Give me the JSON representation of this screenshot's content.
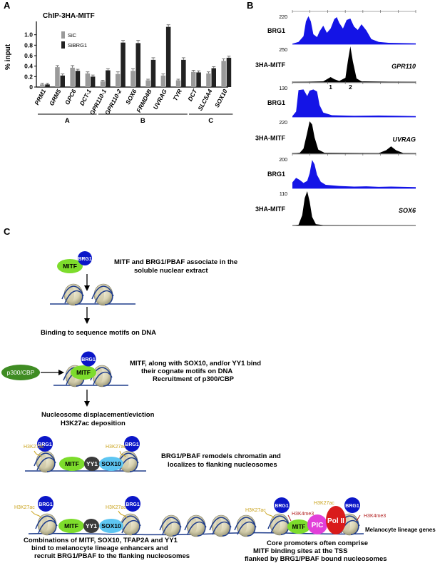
{
  "panels": {
    "a": "A",
    "b": "B",
    "c": "C"
  },
  "chart_data": {
    "type": "bar",
    "title": "ChIP-3HA-MITF",
    "ylabel": "% input",
    "ylim": [
      0,
      1.2
    ],
    "yticks": [
      "0",
      "0.2",
      "0.4",
      "0.6",
      "0.8",
      "1.0"
    ],
    "ytick_values": [
      0,
      0.2,
      0.4,
      0.6,
      0.8,
      1.0
    ],
    "categories": [
      "PRM1",
      "GRM5",
      "GPC6",
      "DCT-1",
      "GPR110-1",
      "GPR110-2",
      "SOX6",
      "FRMD4B",
      "UVRAG",
      "TYR",
      "DCT",
      "SLC5A4",
      "SOX10"
    ],
    "series": [
      {
        "name": "SiC",
        "color": "#9a9a9a",
        "values": [
          0.05,
          0.38,
          0.37,
          0.26,
          0.11,
          0.25,
          0.31,
          0.13,
          0.22,
          0.13,
          0.29,
          0.26,
          0.5
        ]
      },
      {
        "name": "SiBRG1",
        "color": "#222222",
        "values": [
          0.05,
          0.22,
          0.31,
          0.2,
          0.32,
          0.85,
          0.84,
          0.52,
          1.15,
          0.52,
          0.28,
          0.36,
          0.56
        ]
      }
    ],
    "error": [
      [
        0.02,
        0.03,
        0.04,
        0.03,
        0.02,
        0.04,
        0.04,
        0.02,
        0.03,
        0.02,
        0.03,
        0.03,
        0.04
      ],
      [
        0.02,
        0.03,
        0.03,
        0.03,
        0.03,
        0.04,
        0.05,
        0.04,
        0.04,
        0.04,
        0.03,
        0.03,
        0.03
      ]
    ],
    "groups": [
      {
        "label": "A",
        "from": 0,
        "to": 3
      },
      {
        "label": "B",
        "from": 4,
        "to": 9
      },
      {
        "label": "C",
        "from": 10,
        "to": 12
      }
    ],
    "legend_position": "upper-left"
  },
  "tracks": [
    {
      "label": "BRG1",
      "scale_top": "220",
      "scale_bottom": "250",
      "gene": "",
      "kind": "brg1",
      "profile": [
        [
          0,
          2
        ],
        [
          0.05,
          8
        ],
        [
          0.09,
          28
        ],
        [
          0.11,
          80
        ],
        [
          0.13,
          98
        ],
        [
          0.15,
          80
        ],
        [
          0.17,
          35
        ],
        [
          0.2,
          25
        ],
        [
          0.22,
          45
        ],
        [
          0.25,
          65
        ],
        [
          0.28,
          40
        ],
        [
          0.31,
          55
        ],
        [
          0.34,
          88
        ],
        [
          0.36,
          95
        ],
        [
          0.38,
          75
        ],
        [
          0.41,
          55
        ],
        [
          0.44,
          85
        ],
        [
          0.47,
          90
        ],
        [
          0.5,
          62
        ],
        [
          0.53,
          50
        ],
        [
          0.56,
          70
        ],
        [
          0.6,
          48
        ],
        [
          0.64,
          18
        ],
        [
          0.7,
          8
        ],
        [
          0.78,
          5
        ],
        [
          1,
          3
        ]
      ]
    },
    {
      "label": "3HA-MITF",
      "scale_top": "",
      "scale_bottom": "",
      "gene": "GPR110",
      "kind": "mitf",
      "marks": [
        "1",
        "2"
      ],
      "mark_positions": [
        0.31,
        0.47
      ],
      "profile": [
        [
          0,
          0
        ],
        [
          0.25,
          2
        ],
        [
          0.29,
          10
        ],
        [
          0.31,
          14
        ],
        [
          0.34,
          8
        ],
        [
          0.38,
          3
        ],
        [
          0.43,
          12
        ],
        [
          0.45,
          60
        ],
        [
          0.47,
          100
        ],
        [
          0.49,
          58
        ],
        [
          0.52,
          10
        ],
        [
          0.56,
          2
        ],
        [
          1,
          0
        ]
      ]
    },
    {
      "label": "BRG1",
      "scale_top": "130",
      "scale_bottom": "220",
      "gene": "",
      "kind": "brg1",
      "profile": [
        [
          0,
          3
        ],
        [
          0.03,
          18
        ],
        [
          0.05,
          90
        ],
        [
          0.09,
          92
        ],
        [
          0.12,
          70
        ],
        [
          0.14,
          88
        ],
        [
          0.17,
          92
        ],
        [
          0.2,
          85
        ],
        [
          0.22,
          40
        ],
        [
          0.25,
          15
        ],
        [
          0.32,
          6
        ],
        [
          0.5,
          4
        ],
        [
          0.7,
          5
        ],
        [
          0.85,
          4
        ],
        [
          1,
          3
        ]
      ]
    },
    {
      "label": "3HA-MITF",
      "scale_top": "",
      "scale_bottom": "",
      "gene": "UVRAG",
      "kind": "mitf",
      "profile": [
        [
          0,
          0
        ],
        [
          0.06,
          2
        ],
        [
          0.09,
          15
        ],
        [
          0.12,
          65
        ],
        [
          0.14,
          100
        ],
        [
          0.16,
          90
        ],
        [
          0.18,
          50
        ],
        [
          0.21,
          12
        ],
        [
          0.26,
          2
        ],
        [
          0.7,
          1
        ],
        [
          0.76,
          10
        ],
        [
          0.8,
          22
        ],
        [
          0.84,
          10
        ],
        [
          0.9,
          1
        ],
        [
          1,
          0
        ]
      ]
    },
    {
      "label": "BRG1",
      "scale_top": "200",
      "scale_bottom": "110",
      "gene": "",
      "kind": "brg1",
      "profile": [
        [
          0,
          20
        ],
        [
          0.03,
          35
        ],
        [
          0.06,
          28
        ],
        [
          0.09,
          18
        ],
        [
          0.12,
          25
        ],
        [
          0.14,
          50
        ],
        [
          0.16,
          95
        ],
        [
          0.18,
          80
        ],
        [
          0.2,
          45
        ],
        [
          0.23,
          22
        ],
        [
          0.27,
          12
        ],
        [
          0.32,
          10
        ],
        [
          0.38,
          8
        ],
        [
          0.5,
          6
        ],
        [
          0.6,
          7
        ],
        [
          0.7,
          5
        ],
        [
          0.8,
          6
        ],
        [
          0.9,
          5
        ],
        [
          1,
          4
        ]
      ]
    },
    {
      "label": "3HA-MITF",
      "scale_top": "",
      "scale_bottom": "",
      "gene": "SOX6",
      "kind": "mitf",
      "profile": [
        [
          0,
          0
        ],
        [
          0.05,
          2
        ],
        [
          0.08,
          30
        ],
        [
          0.1,
          80
        ],
        [
          0.12,
          100
        ],
        [
          0.14,
          70
        ],
        [
          0.16,
          25
        ],
        [
          0.19,
          4
        ],
        [
          0.25,
          1
        ],
        [
          1,
          0
        ]
      ]
    }
  ],
  "steps": {
    "s1": "MITF and BRG1/PBAF associate in the soluble nuclear extract",
    "s2": "Binding to sequence motifs on DNA",
    "s3": "MITF, along with SOX10, and/or YY1 bind their cognate motifs on DNA Recruitment of p300/CBP",
    "s4": "Nucleosome displacement/eviction H3K27ac deposition",
    "s5": "BRG1/PBAF remodels chromatin and localizes to flanking nucleosomes",
    "s6": "Combinations of MITF, SOX10, TFAP2A and YY1 bind to melanocyte lineage enhancers and recruit BRG1/PBAF to the flanking nucleosomes",
    "s7": "Core promoters often comprise MITF binding sites at the TSS flanked by BRG1/PBAF bound nucleosomes",
    "s8": "Melanocyte lineage genes"
  },
  "labels": {
    "mitf": "MITF",
    "brg1": "BRG1",
    "p300": "p300/CBP",
    "yy1": "YY1",
    "sox10": "SOX10",
    "pic": "PIC",
    "pol2": "Pol II",
    "h3k27ac": "H3K27ac",
    "h3k4me3": "H3K4me3"
  },
  "colors": {
    "mitf": "#7ddc2c",
    "brg1": "#0b16c8",
    "p300": "#3f8c23",
    "yy1": "#3b3b3b",
    "sox10": "#5ec6f2",
    "pic": "#e23fd9",
    "pol2": "#d91b1b",
    "h3k27ac": "#c9a21a",
    "h3k4me3": "#b01c1c",
    "dna": "#1f3d8c",
    "track_blue": "#1414e6",
    "track_black": "#000000"
  }
}
